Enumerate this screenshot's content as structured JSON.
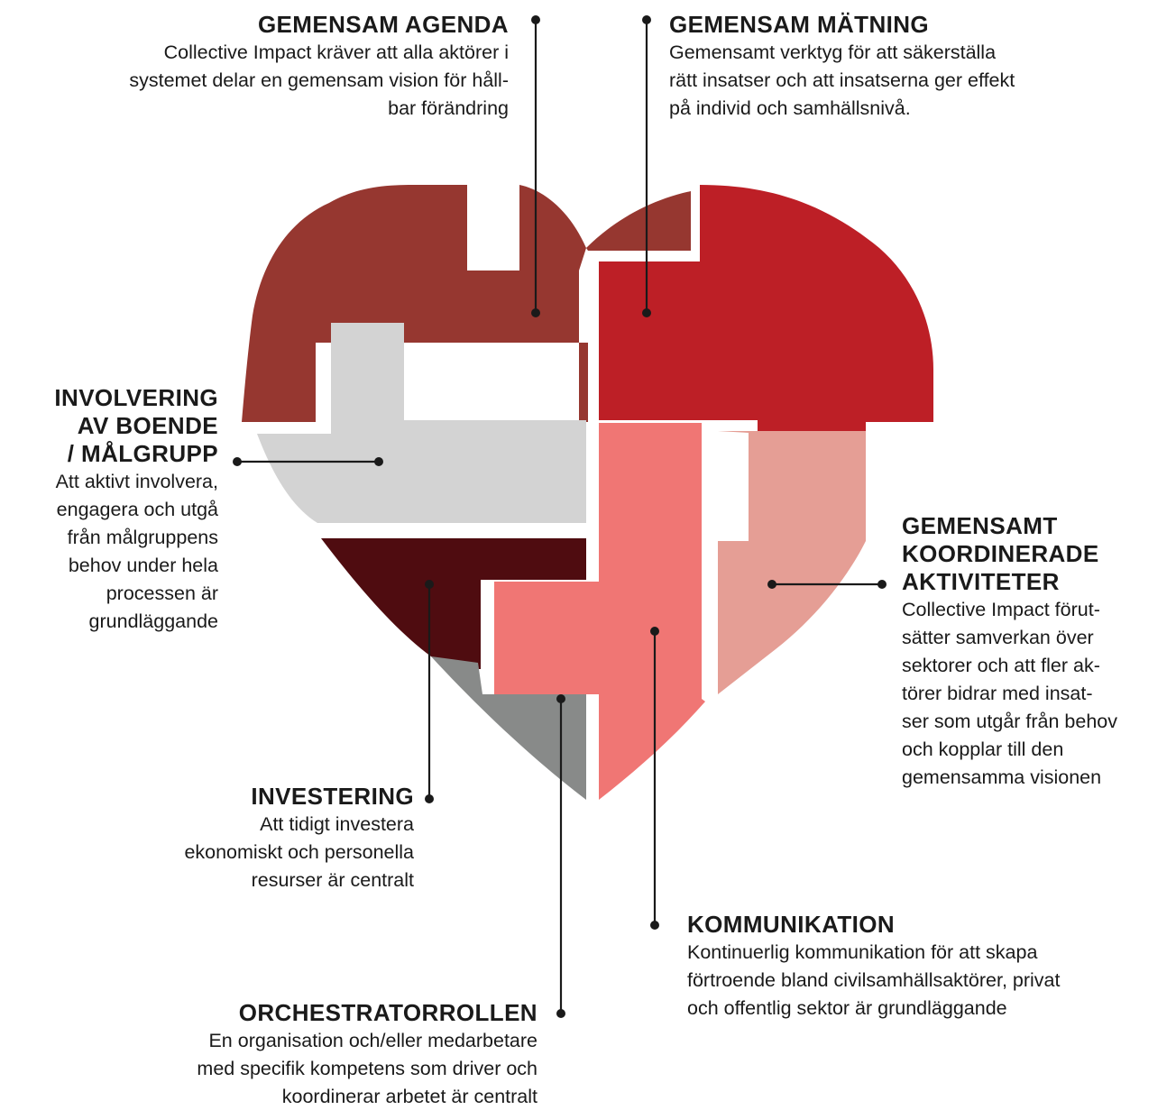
{
  "colors": {
    "agenda": "#963730",
    "matning": "#bd1f26",
    "involvering": "#d3d3d3",
    "investering": "#4f0c10",
    "orchestrator": "#888a89",
    "kommunikation": "#f07674",
    "koordinerade": "#e59e95",
    "connector": "#1a1a1a"
  },
  "items": {
    "agenda": {
      "title": "GEMENSAM AGENDA",
      "desc": [
        "Collective Impact kräver att alla aktörer i",
        "systemet delar en gemensam vision för håll-",
        "bar förändring"
      ]
    },
    "matning": {
      "title": "GEMENSAM MÄTNING",
      "desc": [
        "Gemensamt verktyg för att säkerställa",
        "rätt insatser och att insatserna ger effekt",
        "på individ och samhällsnivå."
      ]
    },
    "involvering": {
      "title": [
        "INVOLVERING",
        "AV BOENDE",
        "/ MÅLGRUPP"
      ],
      "desc": [
        "Att aktivt involvera,",
        "engagera och utgå",
        "från målgruppens",
        "behov under hela",
        "processen är",
        "grundläggande"
      ]
    },
    "koordinerade": {
      "title": [
        "GEMENSAMT",
        "KOORDINERADE",
        "AKTIVITETER"
      ],
      "desc": [
        "Collective Impact förut-",
        "sätter samverkan över",
        "sektorer och att fler ak-",
        "törer bidrar med insat-",
        "ser som utgår från behov",
        "och kopplar till den",
        "gemensamma visionen"
      ]
    },
    "investering": {
      "title": "INVESTERING",
      "desc": [
        "Att tidigt investera",
        "ekonomiskt och personella",
        "resurser är centralt"
      ]
    },
    "kommunikation": {
      "title": "KOMMUNIKATION",
      "desc": [
        "Kontinuerlig kommunikation för att skapa",
        "förtroende bland civilsamhällsaktörer, privat",
        "och offentlig sektor är grundläggande"
      ]
    },
    "orchestrator": {
      "title": "ORCHESTRATORROLLEN",
      "desc": [
        "En organisation och/eller medarbetare",
        "med specifik kompetens som driver och",
        "koordinerar arbetet är centralt"
      ]
    }
  }
}
